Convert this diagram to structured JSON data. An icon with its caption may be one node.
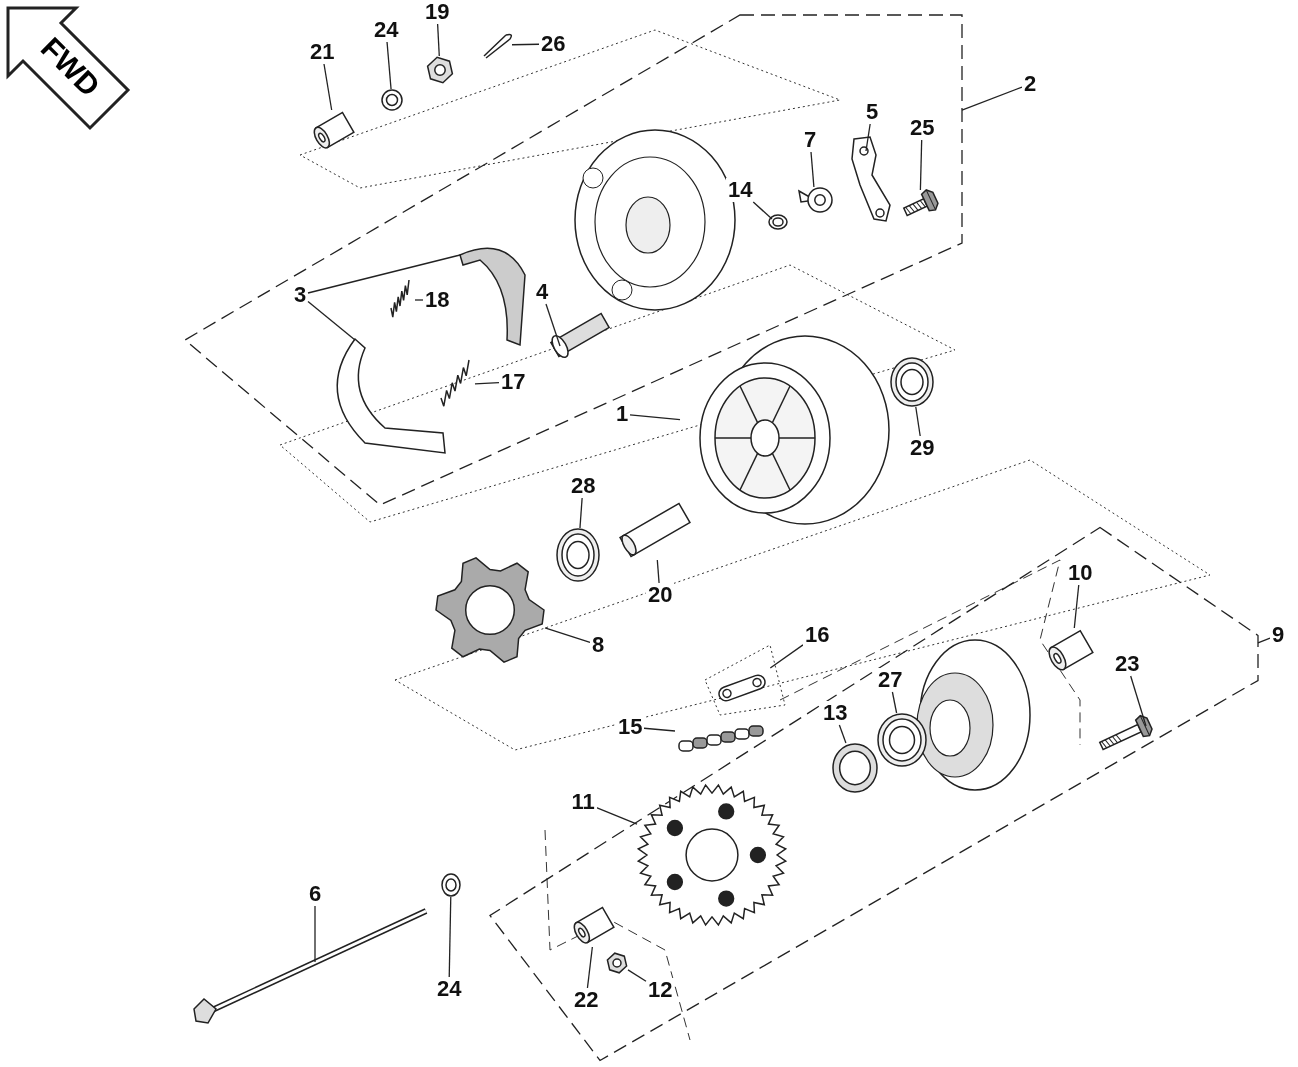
{
  "diagram": {
    "nodes": [
      {
        "text": [
          "FWD"
        ]
      },
      {
        "text": [
          "21"
        ]
      },
      {
        "text": [],
        "shape": "picture"
      },
      {
        "text": [
          "24"
        ]
      },
      {
        "text": [],
        "shape": "picture"
      },
      {
        "text": [
          "19"
        ]
      },
      {
        "text": [],
        "shape": "picture"
      },
      {
        "text": [
          "26"
        ]
      },
      {
        "text": [],
        "shape": "picture"
      },
      {
        "text": [
          "2"
        ]
      },
      {
        "text": [],
        "shape": "box"
      },
      {
        "text": [
          "7"
        ],
        "in": 10
      },
      {
        "text": [],
        "shape": "picture",
        "in": 10
      },
      {
        "text": [
          "5"
        ],
        "in": 10
      },
      {
        "text": [],
        "shape": "picture",
        "in": 10
      },
      {
        "text": [
          "25"
        ],
        "in": 10
      },
      {
        "text": [],
        "shape": "picture",
        "in": 10
      },
      {
        "text": [
          "14"
        ],
        "in": 10
      },
      {
        "text": [],
        "shape": "picture",
        "in": 10
      },
      {
        "text": [
          "3"
        ],
        "in": 10
      },
      {
        "text": [],
        "shape": "picture",
        "in": 10
      },
      {
        "text": [],
        "shape": "picture",
        "in": 10
      },
      {
        "text": [
          "18"
        ],
        "in": 10
      },
      {
        "text": [],
        "shape": "picture",
        "in": 10
      },
      {
        "text": [
          "4"
        ],
        "in": 10
      },
      {
        "text": [],
        "shape": "picture",
        "in": 10
      },
      {
        "text": [
          "17"
        ],
        "in": 10
      },
      {
        "text": [],
        "shape": "picture",
        "in": 10
      },
      {
        "text": [
          "1"
        ]
      },
      {
        "text": [],
        "shape": "picture"
      },
      {
        "text": [
          "29"
        ]
      },
      {
        "text": [],
        "shape": "picture"
      },
      {
        "text": [
          "28"
        ]
      },
      {
        "text": [],
        "shape": "picture"
      },
      {
        "text": [
          "20"
        ]
      },
      {
        "text": [],
        "shape": "picture"
      },
      {
        "text": [
          "8"
        ]
      },
      {
        "text": [],
        "shape": "picture"
      },
      {
        "text": [
          "16"
        ]
      },
      {
        "text": [],
        "shape": "picture"
      },
      {
        "text": [
          "9"
        ]
      },
      {
        "text": [],
        "shape": "box"
      },
      {
        "text": [
          "10"
        ],
        "in": 41
      },
      {
        "text": [],
        "shape": "picture",
        "in": 41
      },
      {
        "text": [
          "23"
        ],
        "in": 41
      },
      {
        "text": [],
        "shape": "picture",
        "in": 41
      },
      {
        "text": [
          "13"
        ],
        "in": 41
      },
      {
        "text": [],
        "shape": "picture",
        "in": 41
      },
      {
        "text": [
          "27"
        ],
        "in": 41
      },
      {
        "text": [],
        "shape": "picture",
        "in": 41
      },
      {
        "text": [
          "15"
        ]
      },
      {
        "text": [],
        "shape": "picture"
      },
      {
        "text": [
          "11"
        ]
      },
      {
        "text": [],
        "shape": "picture",
        "in": 41
      },
      {
        "text": [
          "6"
        ]
      },
      {
        "text": [],
        "shape": "picture"
      },
      {
        "text": [
          "24"
        ]
      },
      {
        "text": [],
        "shape": "picture"
      },
      {
        "text": [
          "22"
        ],
        "in": 41
      },
      {
        "text": [],
        "shape": "picture",
        "in": 41
      },
      {
        "text": [
          "12"
        ],
        "in": 41
      },
      {
        "text": [],
        "shape": "picture",
        "in": 41
      }
    ],
    "edges": [
      {
        "from": 1,
        "to": 2,
        "arrow": "none"
      },
      {
        "from": 3,
        "to": 4,
        "arrow": "none"
      },
      {
        "from": 5,
        "to": 6,
        "arrow": "none"
      },
      {
        "from": 7,
        "to": 8,
        "arrow": "none"
      },
      {
        "from": 9,
        "to": 10,
        "arrow": "none"
      },
      {
        "from": 11,
        "to": 12,
        "arrow": "none"
      },
      {
        "from": 13,
        "to": 14,
        "arrow": "none"
      },
      {
        "from": 15,
        "to": 16,
        "arrow": "none"
      },
      {
        "from": 17,
        "to": 18,
        "arrow": "none"
      },
      {
        "from": 19,
        "to": 20,
        "arrow": "none"
      },
      {
        "from": 19,
        "to": 21,
        "arrow": "none"
      },
      {
        "from": 22,
        "to": 23,
        "arrow": "none"
      },
      {
        "from": 24,
        "to": 25,
        "arrow": "none"
      },
      {
        "from": 26,
        "to": 27,
        "arrow": "none"
      },
      {
        "from": 28,
        "to": 29,
        "arrow": "none"
      },
      {
        "from": 30,
        "to": 31,
        "arrow": "none"
      },
      {
        "from": 32,
        "to": 33,
        "arrow": "none"
      },
      {
        "from": 34,
        "to": 35,
        "arrow": "none"
      },
      {
        "from": 36,
        "to": 37,
        "arrow": "none"
      },
      {
        "from": 38,
        "to": 39,
        "arrow": "none"
      },
      {
        "from": 40,
        "to": 41,
        "arrow": "none"
      },
      {
        "from": 42,
        "to": 43,
        "arrow": "none"
      },
      {
        "from": 44,
        "to": 45,
        "arrow": "none"
      },
      {
        "from": 46,
        "to": 47,
        "arrow": "none"
      },
      {
        "from": 48,
        "to": 49,
        "arrow": "none"
      },
      {
        "from": 50,
        "to": 51,
        "arrow": "none"
      },
      {
        "from": 52,
        "to": 53,
        "arrow": "none"
      },
      {
        "from": 54,
        "to": 55,
        "arrow": "none"
      },
      {
        "from": 56,
        "to": 57,
        "arrow": "none"
      },
      {
        "from": 58,
        "to": 59,
        "arrow": "none"
      },
      {
        "from": 60,
        "to": 61,
        "arrow": "none"
      }
    ]
  }
}
